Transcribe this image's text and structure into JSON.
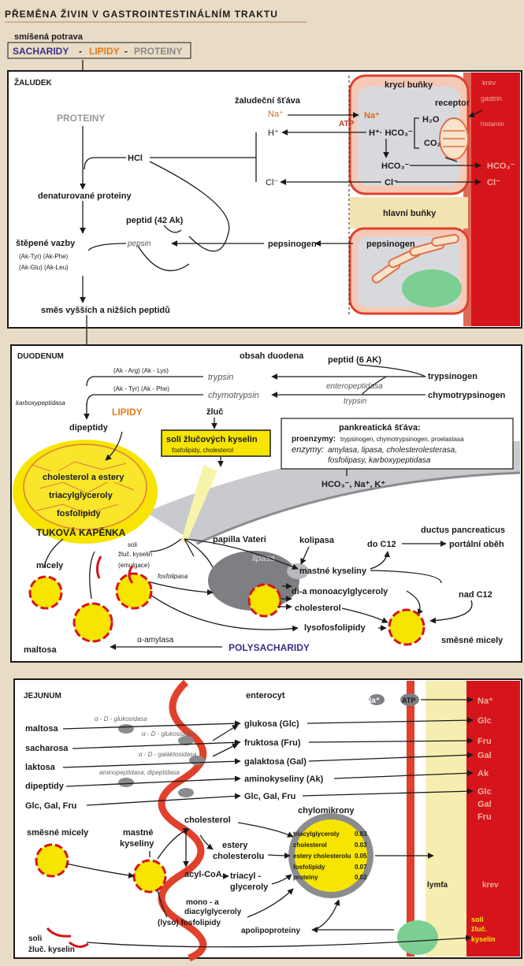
{
  "header": {
    "title": "PŘEMĚNA ŽIVIN V GASTROINTESTINÁLNÍM TRAKTU",
    "mixed_food": "smíšená potrava",
    "sacharidy": "SACHARIDY",
    "dash1": "-",
    "lipidy": "LIPIDY",
    "dash2": "-",
    "proteiny": "PROTEINY"
  },
  "stomach": {
    "title": "ŽALUDEK",
    "proteiny": "PROTEINY",
    "gastric_juice": "žaludeční šťáva",
    "na_plus": "Na⁺",
    "na_plus_cell": "Na⁺",
    "atp": "ATP",
    "h_plus": "H⁺",
    "h_hco3": "H⁺· HCO₃⁻",
    "h2o": "H₂O",
    "co2": "CO₂",
    "hco3_cell": "HCO₃⁻",
    "hco3_blood": "HCO₃⁻",
    "cl_minus": "Cl⁻",
    "cl_cell": "Cl⁻",
    "cl_blood": "Cl⁻",
    "hcl": "HCl",
    "denatured": "denaturované proteiny",
    "peptide42": "peptid (42 Ak)",
    "cleaved_bonds": "štěpené vazby",
    "bonds1": "(Ak-Tyr) (Ak-Phe)",
    "bonds2": "(Ak-Glu) (Ak-Leu)",
    "pepsin": "pepsin",
    "pepsinogen": "pepsinogen",
    "pepsinogen_cell": "pepsinogen",
    "peptide_mix": "směs vyšších a nižších peptidů",
    "parietal_cells": "krycí buňky",
    "main_cells": "hlavní buňky",
    "receptor": "receptor",
    "blood": "krev",
    "gastrin": "gastrin",
    "histamin": "histamin"
  },
  "duodenum": {
    "title": "DUODENUM",
    "content": "obsah duodena",
    "peptide6": "peptid (6 AK)",
    "trypsinogen": "trypsinogen",
    "enteropeptidasa": "enteropeptidasa",
    "chymotrypsinogen": "chymotrypsinogen",
    "trypsin_lbl": "trypsin",
    "trypsin": "trypsin",
    "chymotrypsin": "chymotrypsin",
    "ak_arg_lys": "(Ak - Arg) (Ak - Lys)",
    "ak_tyr_phe": "(Ak - Tyr) (Ak - Phe)",
    "karboxypeptidasa": "karboxypeptidasa",
    "lipidy": "LIPIDY",
    "dipeptidy": "dipeptidy",
    "bile": "žluč",
    "bile_salts": "soli žlučových kyselin",
    "bile_sub": "fosfolipidy, cholesterol",
    "panc_juice": "pankreatická šťáva:",
    "proenzymes_label": "proenzymy:",
    "proenzymes": "trypsinogen, chymotrypsinogen, proelastasa",
    "enzymes_label": "enzymy:",
    "enzymes1": "amylasa, lipasa, cholesterolesterasa,",
    "enzymes2": "fosfolipasy, karboxypeptidasa",
    "ions": "HCO₃⁻, Na⁺, K⁺",
    "droplet_items": [
      "cholesterol a estery",
      "triacylglyceroly",
      "fosfolipidy"
    ],
    "droplet_label": "TUKOVÁ KAPĚNKA",
    "ductus": "ductus pancreaticus",
    "papilla": "papilla Vateri",
    "soli1": "soli",
    "soli2": "žluč. kyselin",
    "emulgace": "(emulgace)",
    "micely": "micely",
    "fosfolipasa": "fosfolipasa",
    "lipasa": "lipasa",
    "kolipasa": "kolipasa",
    "do_c12": "do C12",
    "portal": "portální oběh",
    "fatty_acids": "mastné kyseliny",
    "di_mono": "di-a monoacylglyceroly",
    "cholesterol": "cholesterol",
    "nad_c12": "nad C12",
    "lysofosfolipidy": "lysofosfolipidy",
    "mixed_micelles": "směsné micely",
    "amylasa": "α-amylasa",
    "polysacharidy": "POLYSACHARIDY",
    "maltosa": "maltosa"
  },
  "jejunum": {
    "title": "JEJUNUM",
    "enterocyt": "enterocyt",
    "na_left": "Na⁺",
    "atp": "ATP",
    "na_right": "Na⁺",
    "rows": [
      {
        "substrate": "maltosa",
        "enzyme": "α - D - glukosidasa",
        "product": "glukosa (Glc)",
        "blood": "Glc"
      },
      {
        "substrate": "sacharosa",
        "enzyme": "α - D - glukosidasa",
        "product": "fruktosa (Fru)",
        "blood": "Fru"
      },
      {
        "substrate": "laktosa",
        "enzyme": "α - D - galaktosidasa",
        "product": "galaktosa (Gal)",
        "blood": "Gal"
      },
      {
        "substrate": "dipeptidy",
        "enzyme": "aminopeptidasa, dipeptidasa",
        "product": "aminokyseliny (Ak)",
        "blood": "Ak"
      },
      {
        "substrate": "Glc, Gal, Fru",
        "enzyme": "",
        "product": "Glc, Gal, Fru",
        "blood": "Glc"
      }
    ],
    "blood_extra": [
      "Gal",
      "Fru"
    ],
    "chylomicrons": "chylomikrony",
    "chylo_items": [
      {
        "name": "triacylglyceroly",
        "value": "0.83"
      },
      {
        "name": "cholesterol",
        "value": "0.03"
      },
      {
        "name": "estery cholesterolu",
        "value": "0.05"
      },
      {
        "name": "fosfolipidy",
        "value": "0.07"
      },
      {
        "name": "proteiny",
        "value": "0.02"
      }
    ],
    "mixed_micelles": "směsné micely",
    "cholesterol": "cholesterol",
    "fatty_acids1": "mastné",
    "fatty_acids2": "kyseliny",
    "esters1": "estery",
    "esters2": "cholesterolu",
    "acyl_coa": "acyl-CoA",
    "tag1": "triacyl -",
    "tag2": "glyceroly",
    "mono1": "mono - a",
    "mono2": "diacylglyceroly",
    "lyso": "(lyso) fosfolipidy",
    "apolipo": "apolipoproteiny",
    "lymfa": "lymfa",
    "krev": "krev",
    "soli1": "soli",
    "soli2": "žluč. kyselin",
    "soli_right1": "soli",
    "soli_right2": "žluč.",
    "soli_right3": "kyselin"
  }
}
